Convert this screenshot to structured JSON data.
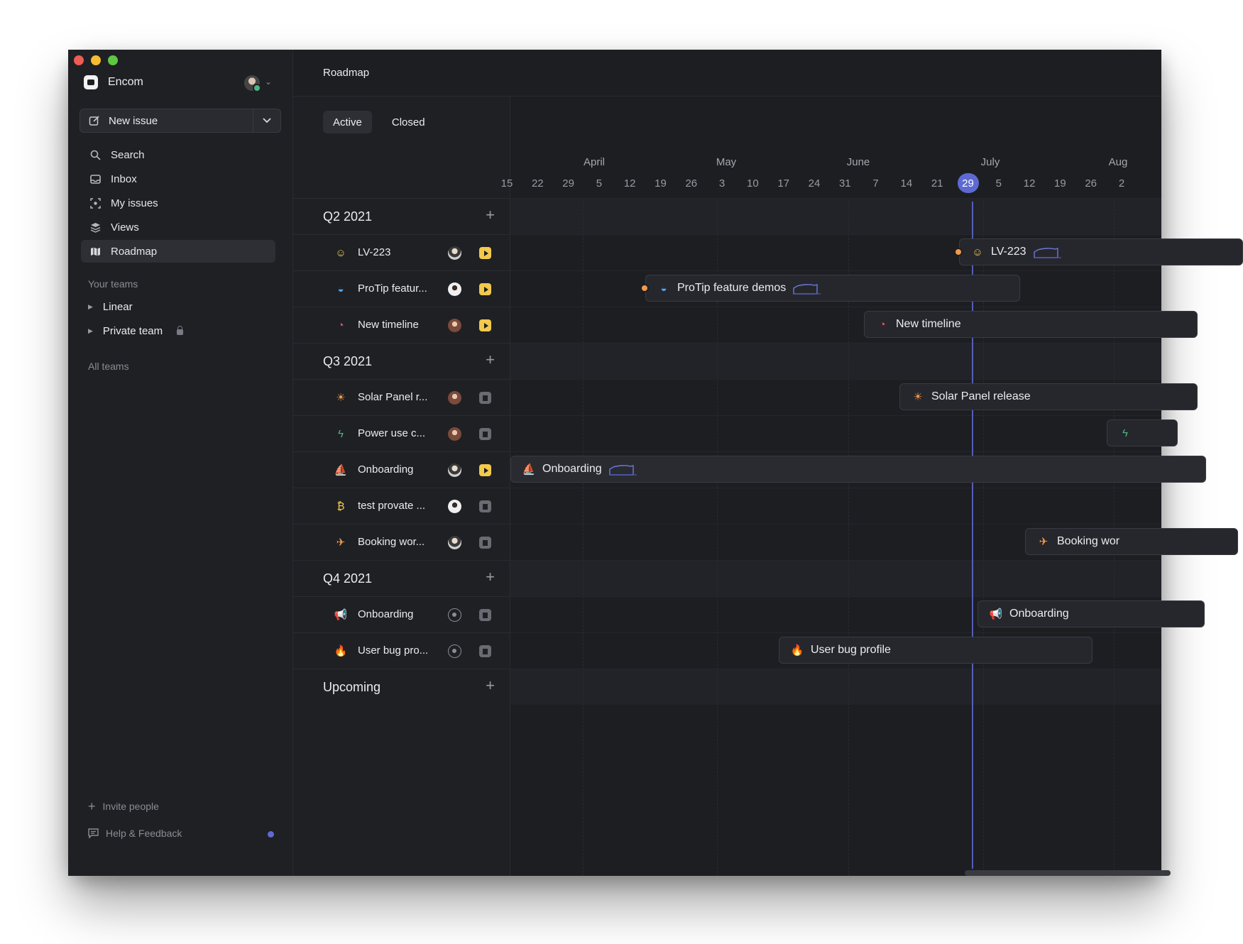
{
  "sidebar": {
    "workspace": "Encom",
    "new_issue": "New issue",
    "nav": [
      {
        "label": "Search",
        "icon": "search-icon"
      },
      {
        "label": "Inbox",
        "icon": "inbox-icon"
      },
      {
        "label": "My issues",
        "icon": "my-issues-icon"
      },
      {
        "label": "Views",
        "icon": "views-stack-icon"
      },
      {
        "label": "Roadmap",
        "icon": "roadmap-map-icon"
      }
    ],
    "teams_label": "Your teams",
    "teams": [
      {
        "label": "Linear"
      },
      {
        "label": "Private team"
      }
    ],
    "all_teams": "All teams",
    "invite": "Invite people",
    "help": "Help & Feedback"
  },
  "header": {
    "title": "Roadmap"
  },
  "tabs": {
    "active": "Active",
    "closed": "Closed"
  },
  "groups": [
    {
      "name": "Q2 2021"
    },
    {
      "name": "Q3 2021"
    },
    {
      "name": "Q4 2021"
    },
    {
      "name": "Upcoming"
    }
  ],
  "projects": [
    {
      "name": "LV-223",
      "icon_name": "smiley-icon",
      "icon": "☺",
      "icon_color": "#f2c94c",
      "status": "started",
      "bar_label": "LV-223"
    },
    {
      "name": "ProTip featur...",
      "icon_name": "gauge-icon",
      "icon": "◒",
      "icon_color": "#4ea7fc",
      "status": "started",
      "bar_label": "ProTip feature demos"
    },
    {
      "name": "New timeline",
      "icon_name": "clock-icon",
      "icon": "◔",
      "icon_color": "#eb5757",
      "status": "started",
      "bar_label": "New timeline"
    },
    {
      "name": "Solar Panel r...",
      "icon_name": "sun-icon",
      "icon": "☀",
      "icon_color": "#f2994a",
      "status": "paused",
      "bar_label": "Solar Panel release"
    },
    {
      "name": "Power use c...",
      "icon_name": "lightning-icon",
      "icon": "ϟ",
      "icon_color": "#4cb782",
      "status": "paused",
      "bar_label": ""
    },
    {
      "name": "Onboarding",
      "icon_name": "boat-icon",
      "icon": "⛵",
      "icon_color": "#5e6ad2",
      "status": "started",
      "bar_label": "Onboarding"
    },
    {
      "name": "test provate ...",
      "icon_name": "bitcoin-icon",
      "icon": "₿",
      "icon_color": "#f2c94c",
      "status": "paused",
      "bar_label": ""
    },
    {
      "name": "Booking wor...",
      "icon_name": "plane-icon",
      "icon": "✈",
      "icon_color": "#f2994a",
      "status": "paused",
      "bar_label": "Booking wor"
    },
    {
      "name": "Onboarding",
      "icon_name": "megaphone-icon",
      "icon": "📢",
      "icon_color": "#4cb782",
      "status": "paused",
      "bar_label": "Onboarding"
    },
    {
      "name": "User bug pro...",
      "icon_name": "flame-icon",
      "icon": "🔥",
      "icon_color": "#eb5757",
      "status": "paused",
      "bar_label": "User bug profile"
    }
  ],
  "timeline": {
    "months": [
      "April",
      "May",
      "June",
      "July",
      "Aug"
    ],
    "days": [
      "15",
      "22",
      "29",
      "5",
      "12",
      "19",
      "26",
      "3",
      "10",
      "17",
      "24",
      "31",
      "7",
      "14",
      "21",
      "29",
      "5",
      "12",
      "19",
      "26",
      "2"
    ],
    "today": "29"
  },
  "colors": {
    "accent": "#5e6ad2",
    "started": "#f2c94c",
    "paused": "#6a6b72",
    "background": "#1d1e22"
  }
}
